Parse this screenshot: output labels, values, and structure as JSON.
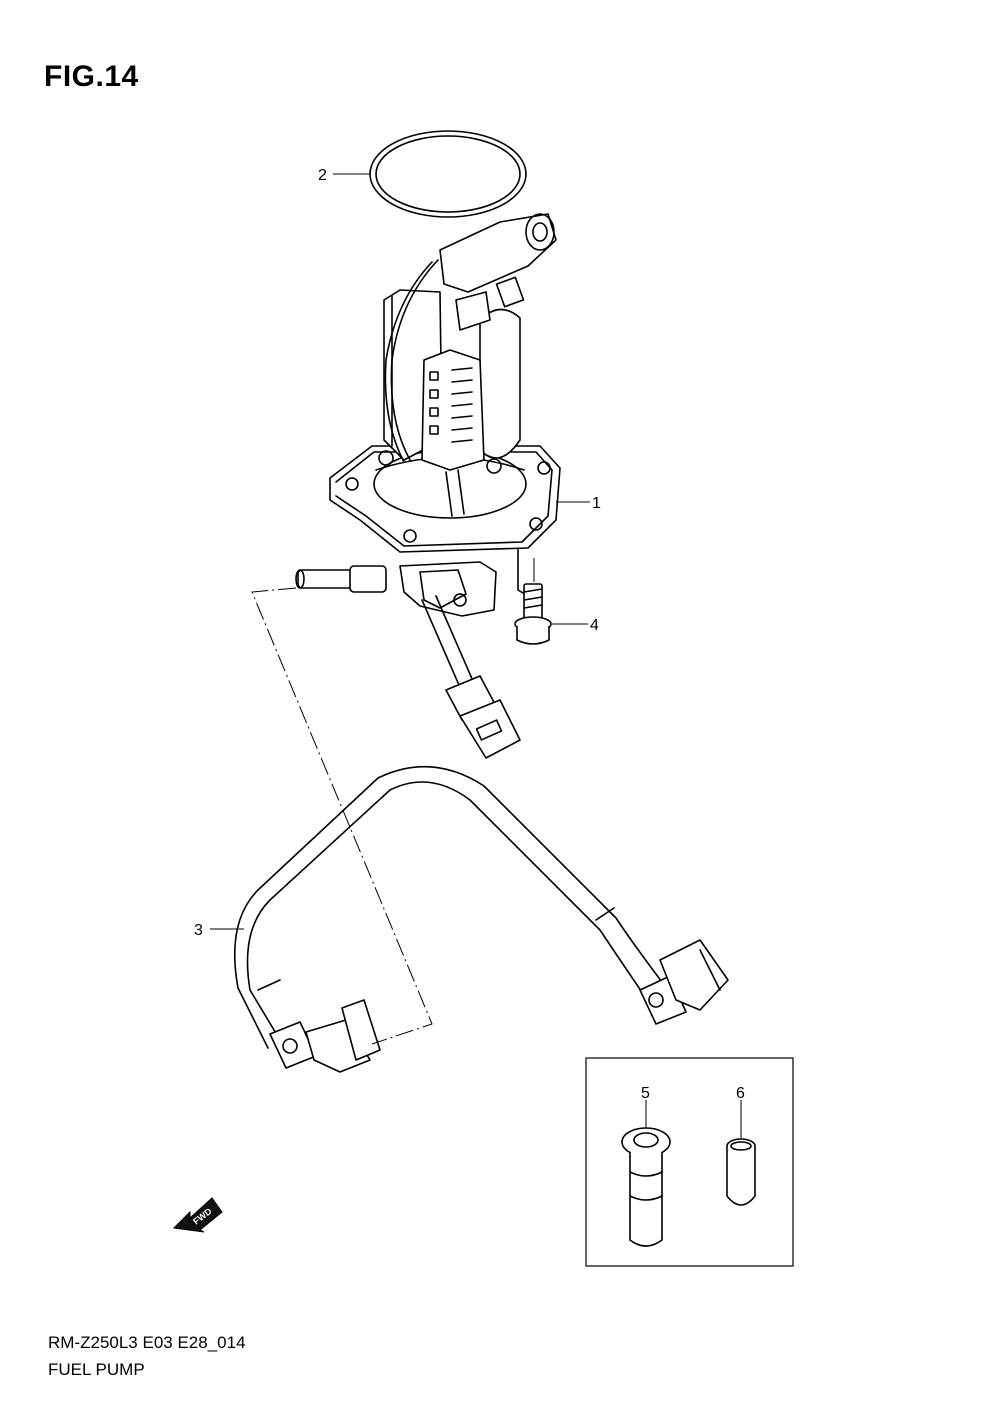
{
  "figure": {
    "title": "FIG.14",
    "model_code": "RM-Z250L3 E03 E28_014",
    "section_name": "FUEL PUMP"
  },
  "callouts": [
    {
      "id": "callout-1",
      "number": "1"
    },
    {
      "id": "callout-2",
      "number": "2"
    },
    {
      "id": "callout-3",
      "number": "3"
    },
    {
      "id": "callout-4",
      "number": "4"
    },
    {
      "id": "callout-5",
      "number": "5"
    },
    {
      "id": "callout-6",
      "number": "6"
    }
  ],
  "direction_marker": {
    "label": "FWD"
  }
}
